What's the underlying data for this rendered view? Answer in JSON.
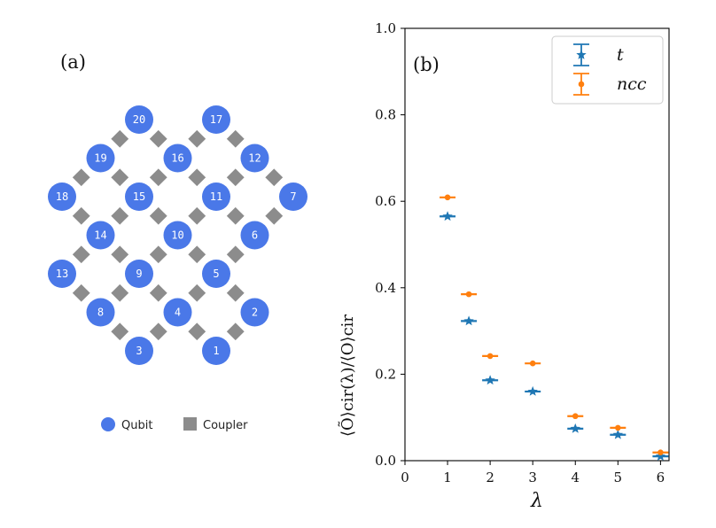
{
  "panel_a": {
    "label": "(a)",
    "qubits": [
      {
        "id": "20",
        "row": 0,
        "col": 2
      },
      {
        "id": "17",
        "row": 0,
        "col": 4
      },
      {
        "id": "19",
        "row": 1,
        "col": 1
      },
      {
        "id": "16",
        "row": 1,
        "col": 3
      },
      {
        "id": "12",
        "row": 1,
        "col": 5
      },
      {
        "id": "18",
        "row": 2,
        "col": 0
      },
      {
        "id": "15",
        "row": 2,
        "col": 2
      },
      {
        "id": "11",
        "row": 2,
        "col": 4
      },
      {
        "id": "7",
        "row": 2,
        "col": 6
      },
      {
        "id": "14",
        "row": 3,
        "col": 1
      },
      {
        "id": "10",
        "row": 3,
        "col": 3
      },
      {
        "id": "6",
        "row": 3,
        "col": 5
      },
      {
        "id": "13",
        "row": 4,
        "col": 0
      },
      {
        "id": "9",
        "row": 4,
        "col": 2
      },
      {
        "id": "5",
        "row": 4,
        "col": 4
      },
      {
        "id": "8",
        "row": 5,
        "col": 1
      },
      {
        "id": "4",
        "row": 5,
        "col": 3
      },
      {
        "id": "2",
        "row": 5,
        "col": 5
      },
      {
        "id": "3",
        "row": 6,
        "col": 2
      },
      {
        "id": "1",
        "row": 6,
        "col": 4
      }
    ],
    "legend": {
      "qubit": "Qubit",
      "coupler": "Coupler"
    },
    "colors": {
      "qubit": "#4a78e8",
      "coupler": "#8c8c8c"
    }
  },
  "chart_data": {
    "type": "scatter",
    "panel_label": "(b)",
    "xlabel": "λ",
    "ylabel": "⟨Õ⟩cir(λ)/⟨O⟩cir",
    "xlim": [
      0,
      6.2
    ],
    "ylim": [
      0.0,
      1.0
    ],
    "xticks": [
      "0",
      "1",
      "2",
      "3",
      "4",
      "5",
      "6"
    ],
    "yticks": [
      "0.0",
      "0.2",
      "0.4",
      "0.6",
      "0.8",
      "1.0"
    ],
    "legend_position": "top-right",
    "series": [
      {
        "name": "t",
        "color": "#1f77b4",
        "marker": "star",
        "x": [
          1,
          1.5,
          2,
          3,
          4,
          5,
          6
        ],
        "y": [
          0.565,
          0.323,
          0.186,
          0.16,
          0.074,
          0.06,
          0.01
        ]
      },
      {
        "name": "ncc",
        "color": "#ff7f0e",
        "marker": "circle",
        "x": [
          1,
          1.5,
          2,
          3,
          4,
          5,
          6
        ],
        "y": [
          0.609,
          0.385,
          0.242,
          0.225,
          0.103,
          0.076,
          0.019
        ]
      }
    ]
  }
}
